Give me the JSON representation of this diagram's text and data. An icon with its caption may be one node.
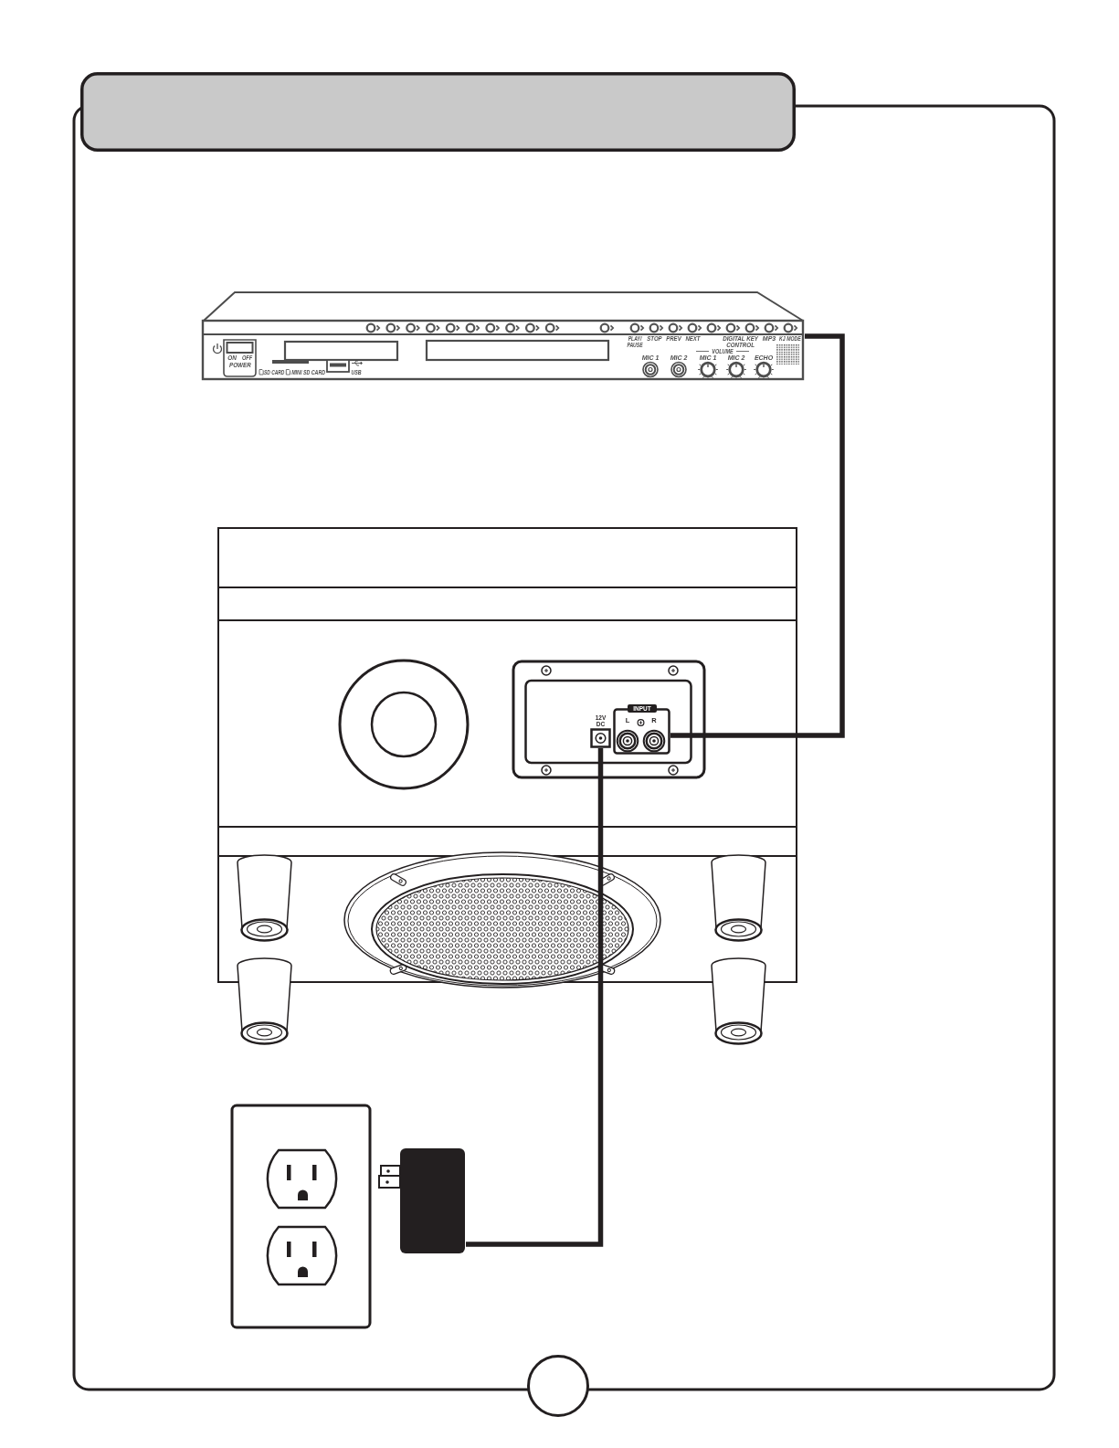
{
  "diagram": {
    "nodes": [
      {
        "text": [],
        "shape": "picture"
      },
      {
        "text": [],
        "shape": "picture"
      },
      {
        "text": [
          "INPUT",
          "L",
          "R"
        ],
        "in": 1
      },
      {
        "text": [
          "12V DC"
        ],
        "in": 1
      },
      {
        "text": [],
        "shape": "picture"
      },
      {
        "text": [],
        "shape": "box"
      }
    ],
    "edges": [
      {
        "from": 0,
        "to": 2,
        "arrow": "none"
      },
      {
        "from": 5,
        "to": 3,
        "arrow": "none"
      }
    ],
    "labels": [
      "ON",
      "OFF",
      "POWER",
      "SD CARD",
      "MINI SD CARD",
      "USB",
      "PLAY/ PAUSE",
      "STOP",
      "PREV",
      "NEXT",
      "DIGITAL KEY CONTROL",
      "MP3",
      "KJ MODE",
      "VOLUME",
      "MIC 1",
      "MIC 2",
      "MIC 1",
      "MIC 2",
      "ECHO"
    ]
  }
}
